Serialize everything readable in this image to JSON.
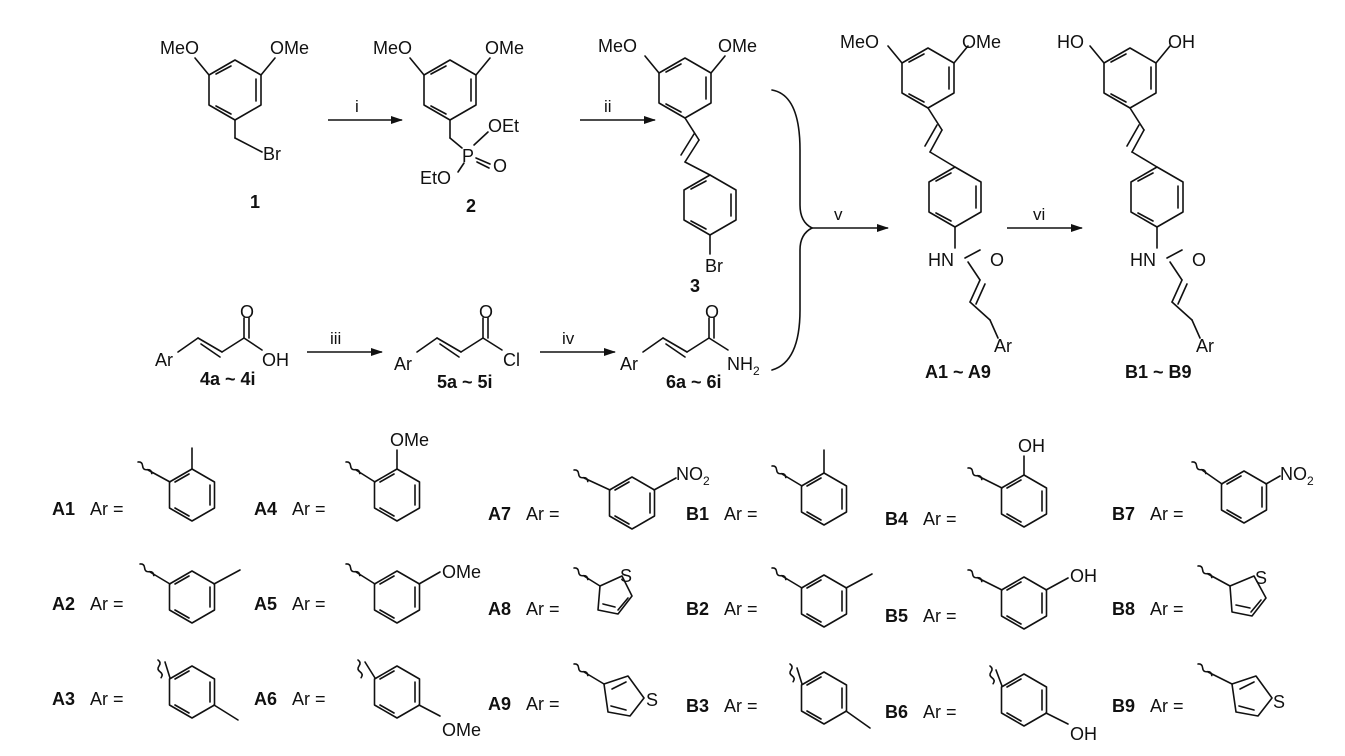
{
  "title": "Synthesis of stilbene-cinnamamide derivatives",
  "compounds": {
    "c1": "1",
    "c2": "2",
    "c3": "3",
    "c4": "4a ~ 4i",
    "c5": "5a ~ 5i",
    "c6": "6a ~ 6i",
    "cA": "A1 ~ A9",
    "cB": "B1 ~ B9"
  },
  "atoms": {
    "MeO": "MeO",
    "OMe": "OMe",
    "Br": "Br",
    "OEt": "OEt",
    "EtO": "EtO",
    "P": "P",
    "O": "O",
    "OH": "OH",
    "HO": "HO",
    "Ar": "Ar",
    "Cl": "Cl",
    "NH": "NH",
    "NH2_sub": "2",
    "HN": "HN",
    "N": "N",
    "NO": "NO",
    "S": "S"
  },
  "reagents": {
    "i": "i",
    "ii": "ii",
    "iii": "iii",
    "iv": "iv",
    "v": "v",
    "vi": "vi"
  },
  "ar_equals": "Ar =",
  "variants": [
    {
      "id": "A1",
      "sub": "2-Me"
    },
    {
      "id": "A2",
      "sub": "3-Me"
    },
    {
      "id": "A3",
      "sub": "4-Me"
    },
    {
      "id": "A4",
      "sub": "2-OMe"
    },
    {
      "id": "A5",
      "sub": "3-OMe"
    },
    {
      "id": "A6",
      "sub": "4-OMe"
    },
    {
      "id": "A7",
      "sub": "3-NO2"
    },
    {
      "id": "A8",
      "sub": "2-thienyl"
    },
    {
      "id": "A9",
      "sub": "3-thienyl"
    },
    {
      "id": "B1",
      "sub": "2-Me"
    },
    {
      "id": "B2",
      "sub": "3-Me"
    },
    {
      "id": "B3",
      "sub": "4-Me"
    },
    {
      "id": "B4",
      "sub": "2-OH"
    },
    {
      "id": "B5",
      "sub": "3-OH"
    },
    {
      "id": "B6",
      "sub": "4-OH"
    },
    {
      "id": "B7",
      "sub": "3-NO2"
    },
    {
      "id": "B8",
      "sub": "2-thienyl"
    },
    {
      "id": "B9",
      "sub": "3-thienyl"
    }
  ]
}
